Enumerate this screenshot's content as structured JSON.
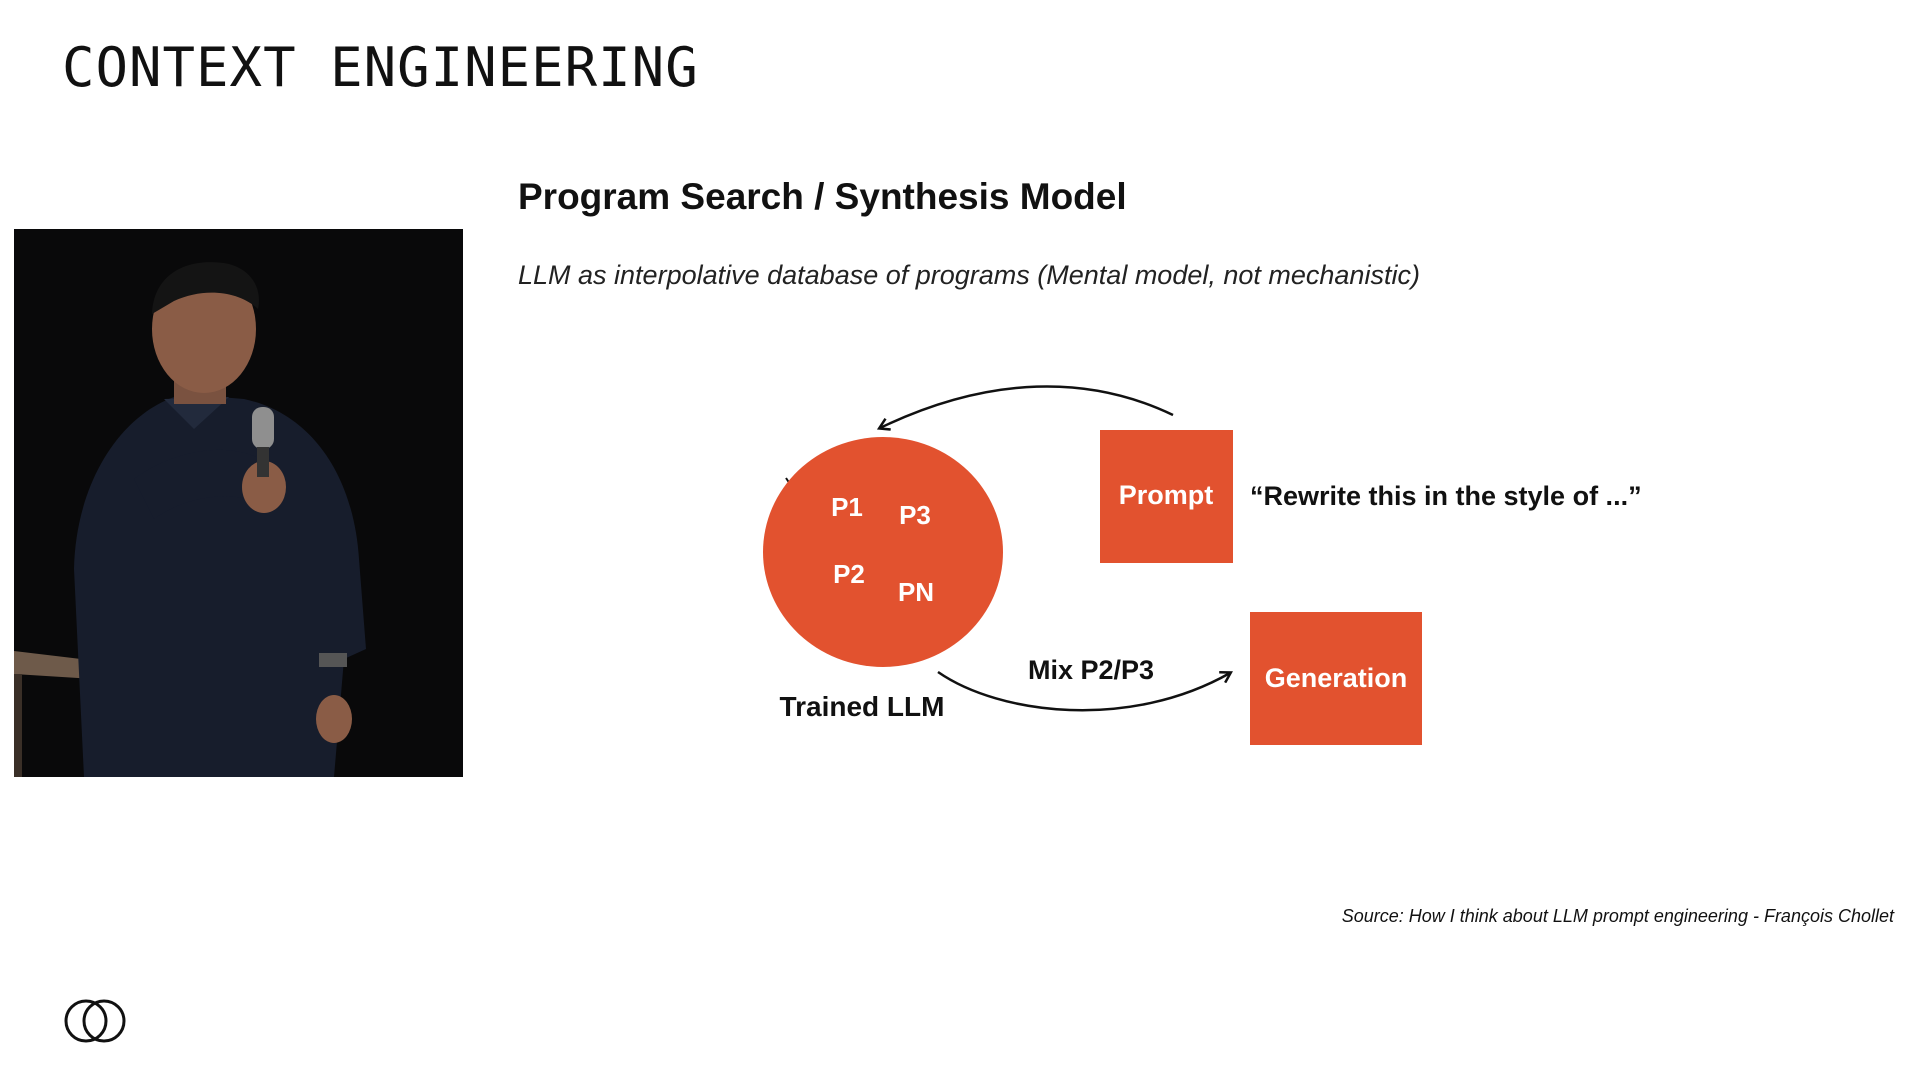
{
  "header": {
    "title": "CONTEXT ENGINEERING"
  },
  "slide": {
    "heading": "Program Search / Synthesis Model",
    "subheading": "LLM as interpolative database of programs (Mental model, not mechanistic)",
    "source": "Source: How I think about LLM prompt engineering - François Chollet"
  },
  "diagram": {
    "accent_color": "#E2522F",
    "circle_programs": [
      "P1",
      "P3",
      "P2",
      "PN"
    ],
    "circle_label": "Trained LLM",
    "prompt_box_label": "Prompt",
    "prompt_quote": "“Rewrite this in the style of ...”",
    "mix_label": "Mix P2/P3",
    "generation_box_label": "Generation"
  },
  "media": {
    "speaker_video": "speaker-video-frame"
  },
  "brand": {
    "logo_icon": "interlocking-circles-logo-icon"
  }
}
